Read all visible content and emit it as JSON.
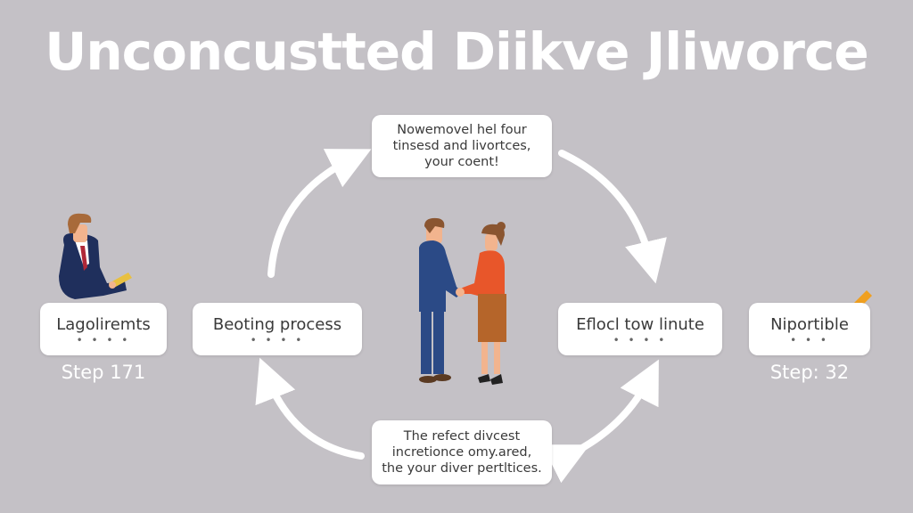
{
  "title": "Unconcustted Diikve Jliworce",
  "nodes": {
    "left": {
      "label": "Lagoliremts",
      "dots": "• • • •",
      "step": "Step 171"
    },
    "center_left": {
      "label": "Beoting process",
      "dots": "• • • •"
    },
    "center_right": {
      "label": "Eflocl tow linute",
      "dots": "• • • •"
    },
    "right": {
      "label": "Niportible",
      "dots": "• • •",
      "step": "Step: 32"
    }
  },
  "notes": {
    "top": "Nowemovel hel four tinsesd and livortces, your coent!",
    "bottom": "The refect divcest incretionce omy.ared, the your diver pertltices."
  },
  "illustrations": {
    "left_figure": "businessman-holding-document",
    "center_figure": "man-woman-handshake",
    "right_icon": "pencil"
  },
  "colors": {
    "background": "#c4c1c6",
    "card": "#ffffff",
    "text": "#3a3a3a",
    "arrows": "#ffffff",
    "suit": "#1f2f5c",
    "blouse": "#e8562a",
    "skirt": "#b5652a",
    "pencil": "#f0a020"
  }
}
